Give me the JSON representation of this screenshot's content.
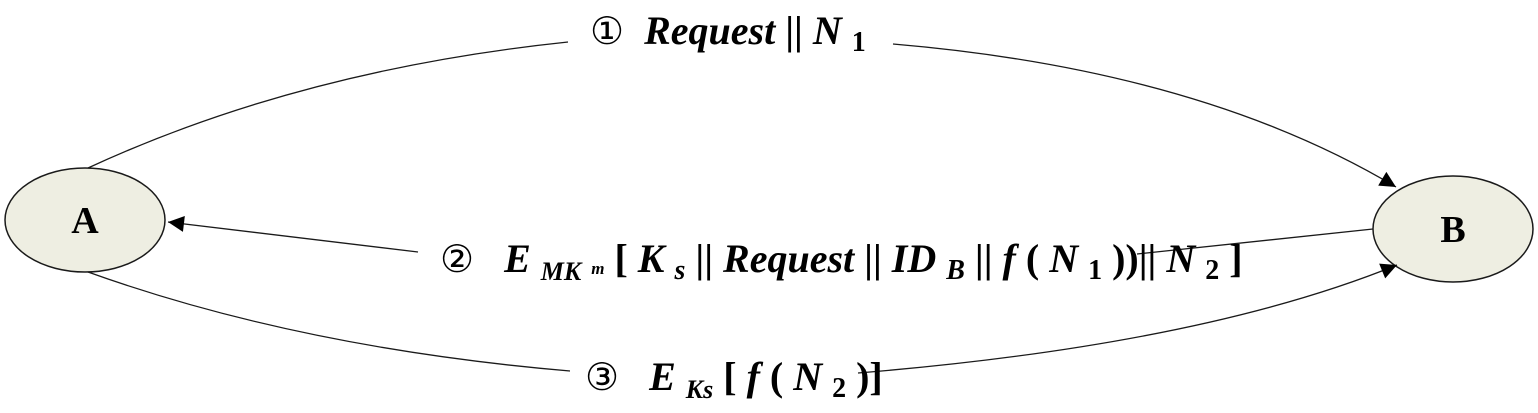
{
  "nodes": {
    "a": {
      "label": "A"
    },
    "b": {
      "label": "B"
    }
  },
  "colors": {
    "node_fill": "#eeeee2",
    "stroke": "#1a1a1a",
    "text": "#000000"
  },
  "messages": [
    {
      "number": "①",
      "parts": {
        "t1": "Request",
        "t2": "||",
        "t3": "N",
        "t4": "1"
      }
    },
    {
      "number": "②",
      "parts": {
        "t1": "E",
        "t2": "MK",
        "t3": "m",
        "t4": "[",
        "t5": "K",
        "t6": "s",
        "t7": "||",
        "t8": "Request",
        "t9": "||",
        "t10": "ID",
        "t11": "B",
        "t12": "||",
        "t13": "f",
        "t14": "(",
        "t15": "N",
        "t16": "1",
        "t17": "))||",
        "t18": "N",
        "t19": "2",
        "t20": "]"
      }
    },
    {
      "number": "③",
      "parts": {
        "t1": "E",
        "t2": "Ks",
        "t3": "[",
        "t4": "f",
        "t5": "(",
        "t6": "N",
        "t7": "2",
        "t8": ")]"
      }
    }
  ]
}
